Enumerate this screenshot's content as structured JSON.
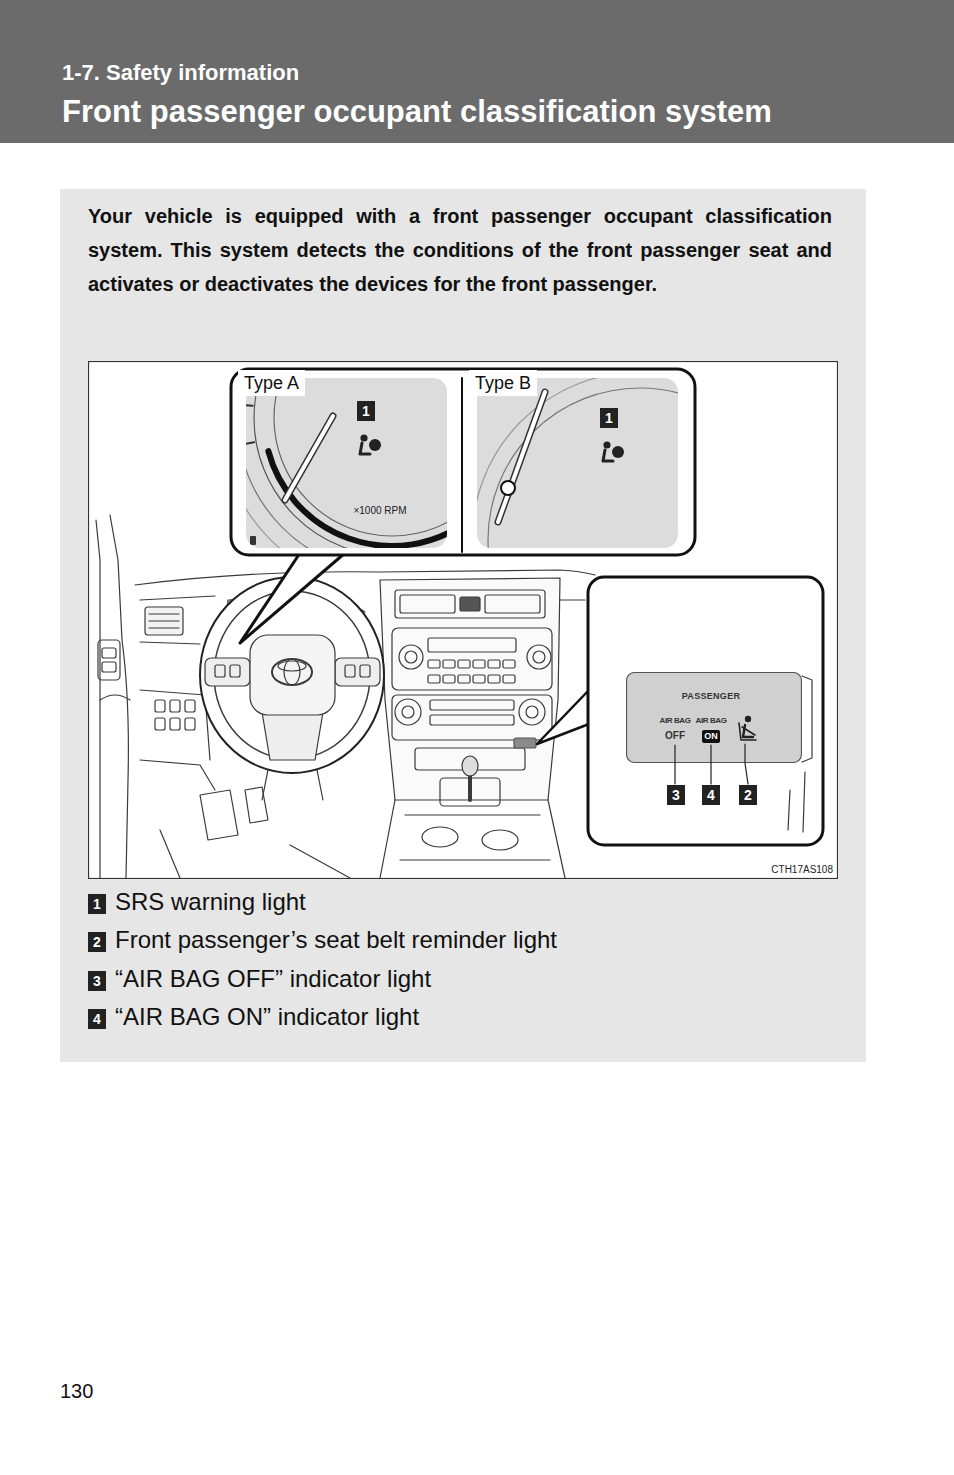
{
  "diagram": {
    "title": "Front passenger occupant classification system",
    "nodes": [
      {
        "text": [
          "Your vehicle is equipped with a front passenger occupant classification system. This system detects the conditions of the front passenger seat and activates or deactivates the devices for the front passenger."
        ]
      },
      {
        "text": [
          "CTH17AS108"
        ],
        "in": 0
      },
      {
        "text": [
          "Type A"
        ],
        "in": 1
      },
      {
        "text": [
          "Type B"
        ],
        "in": 1
      },
      {
        "text": [
          "PASSENGER"
        ],
        "in": 1
      },
      {
        "text": [
          "ON"
        ],
        "in": 4
      }
    ],
    "labels": [
      "1-7. Safety information",
      "1",
      "×1000 RPM",
      "1",
      "AIR BAG",
      "OFF",
      "AIR BAG",
      "3",
      "4",
      "2",
      "1",
      "SRS warning light",
      "2",
      "Front passenger’s seat belt reminder light",
      "3",
      "“AIR BAG OFF” indicator light",
      "4",
      "“AIR BAG ON” indicator light",
      "130"
    ]
  }
}
